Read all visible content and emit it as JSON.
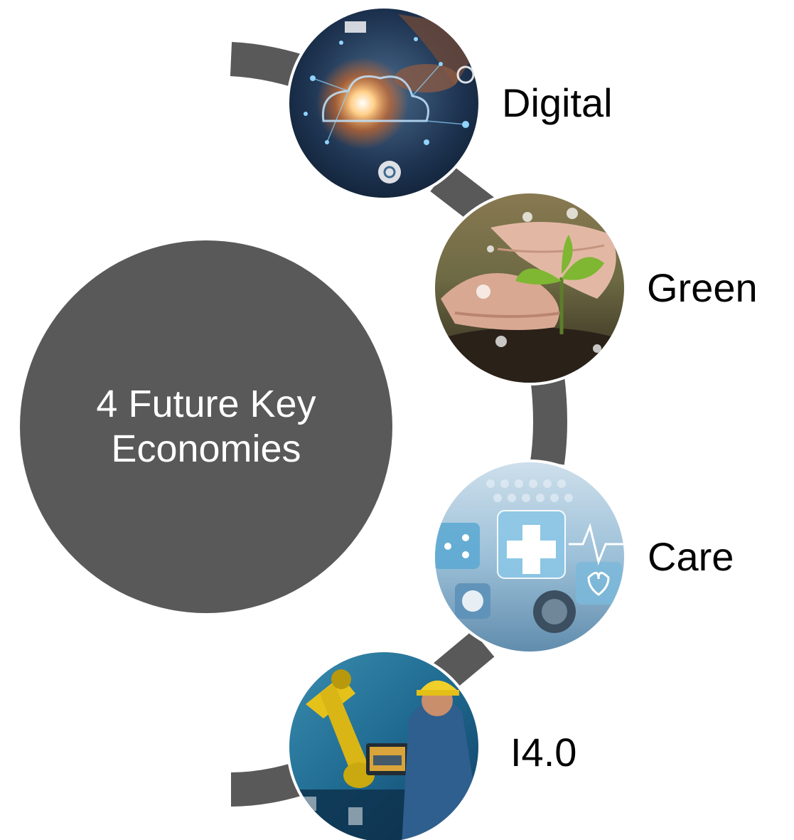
{
  "center": {
    "line1": "4 Future Key",
    "line2": "Economies",
    "color": "#595959"
  },
  "connector_color": "#595959",
  "nodes": [
    {
      "id": "digital",
      "label": "Digital",
      "theme": "cloud computing network hands",
      "icon": "cloud-network-icon"
    },
    {
      "id": "green",
      "label": "Green",
      "theme": "hands holding a plant seedling in soil",
      "icon": "seedling-icon"
    },
    {
      "id": "care",
      "label": "Care",
      "theme": "healthcare cross, heart rate and stethoscope",
      "icon": "medical-cross-icon"
    },
    {
      "id": "i40",
      "label": "I4.0",
      "theme": "industrial robot arm and engineer with laptop",
      "icon": "robot-arm-icon"
    }
  ]
}
